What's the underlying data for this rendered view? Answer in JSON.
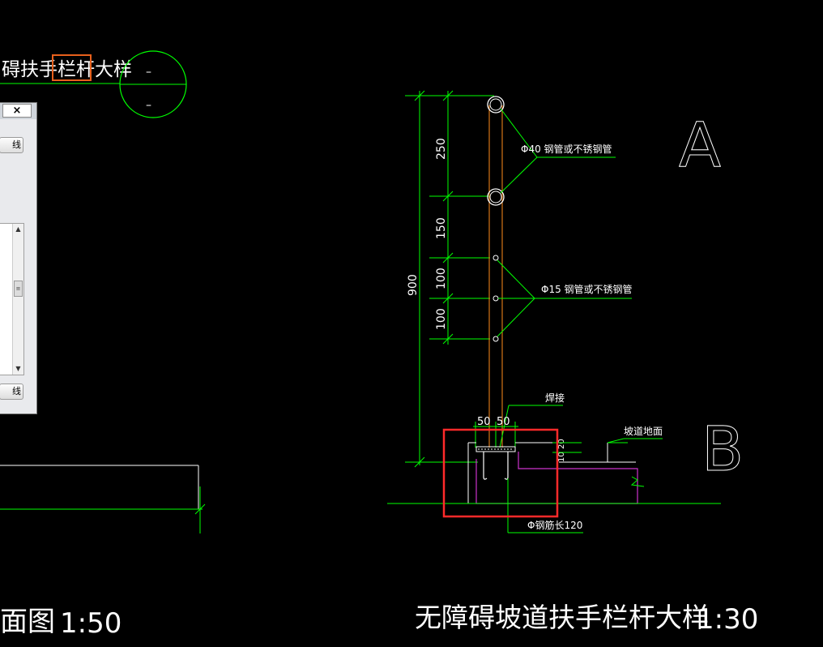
{
  "drawing": {
    "top_title": "碍扶手栏杆大样",
    "top_circle_upper": "–",
    "top_circle_lower": "–",
    "left_bottom_title": "面图",
    "left_bottom_scale": "1:50",
    "main_title": "无障碍坡道扶手栏杆大样",
    "main_scale": "1:30",
    "dim_total": "900",
    "dim_250": "250",
    "dim_150": "150",
    "dim_100a": "100",
    "dim_100b": "100",
    "dim_50a": "50",
    "dim_50b": "50",
    "dim_small_a": "20",
    "dim_small_b": "10",
    "label_pipe40": "Φ40 钢管或不锈钢管",
    "label_pipe15": "Φ15 钢管或不锈钢管",
    "label_weld": "焊接",
    "label_ramp": "坡道地面",
    "label_rebar": "Φ钢筋长120",
    "marker_a": "A",
    "marker_b": "B"
  },
  "dialog": {
    "close_label": "×",
    "button_top_label": "线",
    "button_bottom_label": "线",
    "scroll_up_icon": "▲",
    "scroll_down_icon": "▼",
    "scroll_thumb_icon": "≡"
  },
  "colors": {
    "background": "#000000",
    "line_green": "#00ff00",
    "line_orange": "#ff8c1a",
    "line_magenta": "#cc33cc",
    "highlight_red": "#ff2a2a",
    "highlight_orange": "#e8601c",
    "text_white": "#ffffff"
  }
}
